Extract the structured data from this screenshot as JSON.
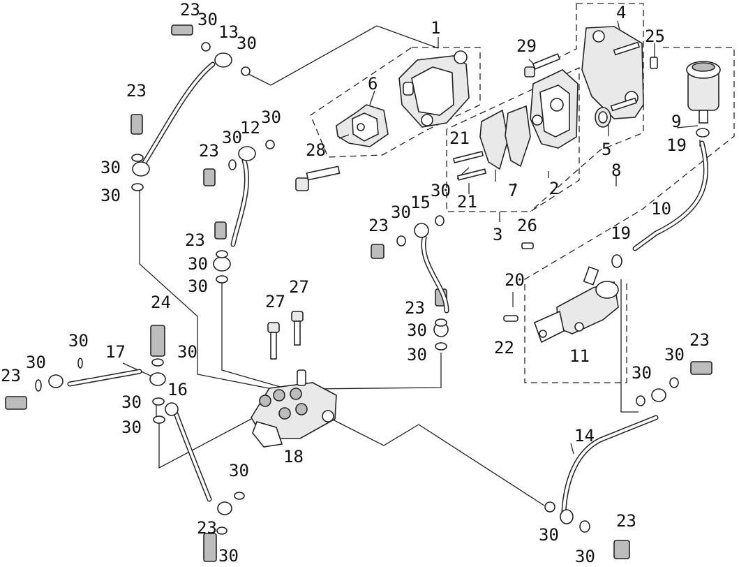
{
  "callouts": [
    {
      "id": "c1",
      "text": "1"
    },
    {
      "id": "c2",
      "text": "2"
    },
    {
      "id": "c3",
      "text": "3"
    },
    {
      "id": "c4",
      "text": "4"
    },
    {
      "id": "c5",
      "text": "5"
    },
    {
      "id": "c6",
      "text": "6"
    },
    {
      "id": "c7",
      "text": "7"
    },
    {
      "id": "c8",
      "text": "8"
    },
    {
      "id": "c9",
      "text": "9"
    },
    {
      "id": "c10",
      "text": "10"
    },
    {
      "id": "c11",
      "text": "11"
    },
    {
      "id": "c12",
      "text": "12"
    },
    {
      "id": "c13",
      "text": "13"
    },
    {
      "id": "c14",
      "text": "14"
    },
    {
      "id": "c15",
      "text": "15"
    },
    {
      "id": "c16",
      "text": "16"
    },
    {
      "id": "c17",
      "text": "17"
    },
    {
      "id": "c18",
      "text": "18"
    },
    {
      "id": "c19a",
      "text": "19"
    },
    {
      "id": "c19b",
      "text": "19"
    },
    {
      "id": "c20",
      "text": "20"
    },
    {
      "id": "c21a",
      "text": "21"
    },
    {
      "id": "c21b",
      "text": "21"
    },
    {
      "id": "c22",
      "text": "22"
    },
    {
      "id": "c23a",
      "text": "23"
    },
    {
      "id": "c23b",
      "text": "23"
    },
    {
      "id": "c23c",
      "text": "23"
    },
    {
      "id": "c23d",
      "text": "23"
    },
    {
      "id": "c23e",
      "text": "23"
    },
    {
      "id": "c23f",
      "text": "23"
    },
    {
      "id": "c23g",
      "text": "23"
    },
    {
      "id": "c23h",
      "text": "23"
    },
    {
      "id": "c23i",
      "text": "23"
    },
    {
      "id": "c23j",
      "text": "23"
    },
    {
      "id": "c24",
      "text": "24"
    },
    {
      "id": "c25",
      "text": "25"
    },
    {
      "id": "c26",
      "text": "26"
    },
    {
      "id": "c27a",
      "text": "27"
    },
    {
      "id": "c27b",
      "text": "27"
    },
    {
      "id": "c28",
      "text": "28"
    },
    {
      "id": "c29",
      "text": "29"
    },
    {
      "id": "c30a",
      "text": "30"
    },
    {
      "id": "c30b",
      "text": "30"
    },
    {
      "id": "c30c",
      "text": "30"
    },
    {
      "id": "c30d",
      "text": "30"
    },
    {
      "id": "c30e",
      "text": "30"
    },
    {
      "id": "c30f",
      "text": "30"
    },
    {
      "id": "c30g",
      "text": "30"
    },
    {
      "id": "c30h",
      "text": "30"
    },
    {
      "id": "c30i",
      "text": "30"
    },
    {
      "id": "c30j",
      "text": "30"
    },
    {
      "id": "c30k",
      "text": "30"
    },
    {
      "id": "c30l",
      "text": "30"
    },
    {
      "id": "c30m",
      "text": "30"
    },
    {
      "id": "c30n",
      "text": "30"
    },
    {
      "id": "c30o",
      "text": "30"
    },
    {
      "id": "c30p",
      "text": "30"
    },
    {
      "id": "c30q",
      "text": "30"
    },
    {
      "id": "c30r",
      "text": "30"
    },
    {
      "id": "c30s",
      "text": "30"
    },
    {
      "id": "c30t",
      "text": "30"
    },
    {
      "id": "c30u",
      "text": "30"
    },
    {
      "id": "c30v",
      "text": "30"
    },
    {
      "id": "c30w",
      "text": "30"
    },
    {
      "id": "c30x",
      "text": "30"
    }
  ]
}
